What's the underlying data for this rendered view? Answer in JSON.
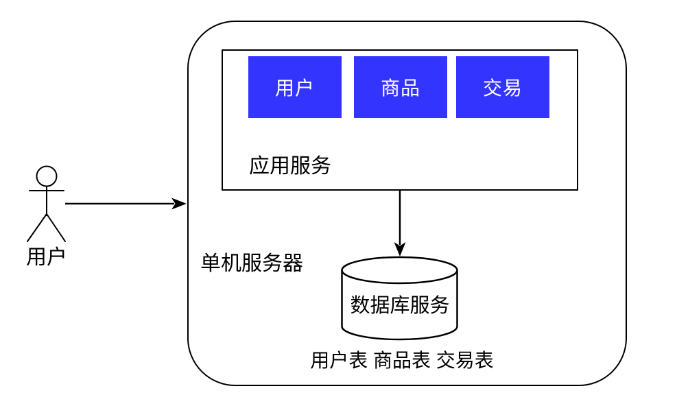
{
  "colors": {
    "module_fill": "#3434FF",
    "module_text": "#FFFFFF",
    "line": "#000000",
    "background": "#FFFFFF"
  },
  "actor": {
    "label": "用户"
  },
  "server": {
    "label": "单机服务器",
    "app_service": {
      "label": "应用服务",
      "modules": [
        {
          "label": "用户"
        },
        {
          "label": "商品"
        },
        {
          "label": "交易"
        }
      ]
    },
    "database": {
      "label": "数据库服务"
    },
    "tables_label": "用户表 商品表 交易表"
  }
}
